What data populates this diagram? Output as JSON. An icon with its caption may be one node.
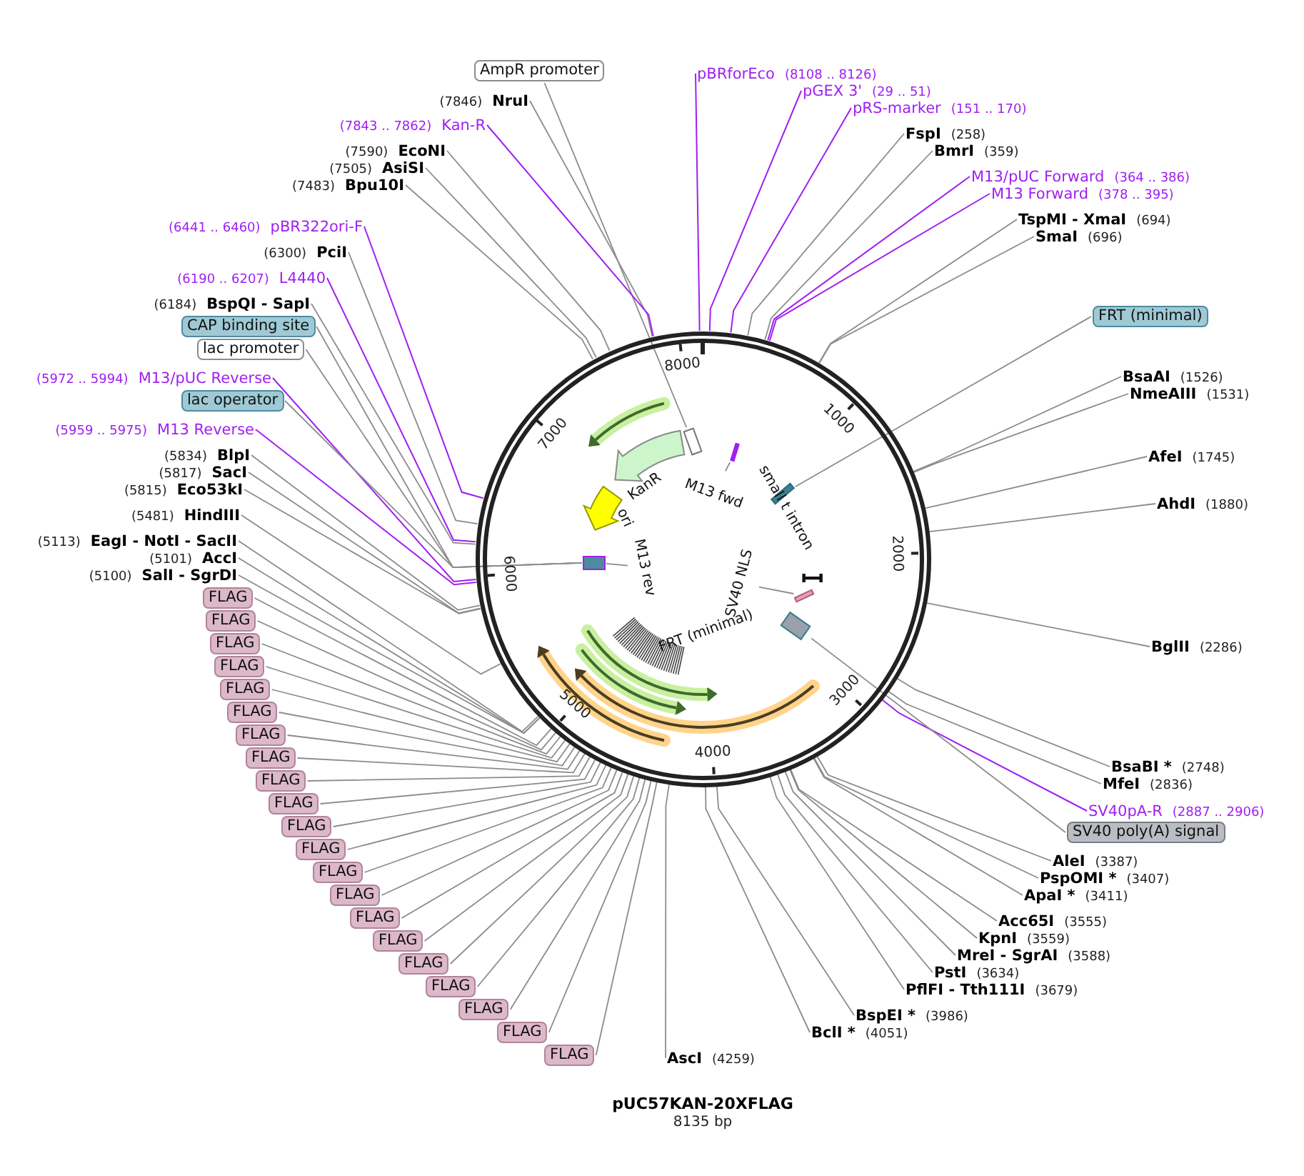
{
  "diagram": {
    "title": "pUC57KAN-20XFLAG",
    "caption": "8135 bp",
    "nodes": [
      {
        "text": [
          "AmpR promoter"
        ]
      },
      {
        "text": [
          "(7846)",
          "NruI"
        ]
      },
      {
        "text": [
          "(7843 .. 7862)",
          "Kan-R"
        ]
      },
      {
        "text": [
          "(7590)",
          "EcoNI"
        ]
      },
      {
        "text": [
          "(7505)",
          "AsiSI"
        ]
      },
      {
        "text": [
          "(7483)",
          "Bpu10I"
        ]
      },
      {
        "text": [
          "(6441 .. 6460)",
          "pBR322ori-F"
        ]
      },
      {
        "text": [
          "(6300)",
          "PciI"
        ]
      },
      {
        "text": [
          "(6190 .. 6207)",
          "L4440"
        ]
      },
      {
        "text": [
          "(6184)",
          "BspQI - SapI"
        ]
      },
      {
        "text": [
          "CAP binding site"
        ]
      },
      {
        "text": [
          "lac promoter"
        ]
      },
      {
        "text": [
          "(5972 .. 5994)",
          "M13/pUC Reverse"
        ]
      },
      {
        "text": [
          "lac operator"
        ]
      },
      {
        "text": [
          "(5959 .. 5975)",
          "M13 Reverse"
        ]
      },
      {
        "text": [
          "(5834)",
          "BlpI"
        ]
      },
      {
        "text": [
          "(5817)",
          "SacI"
        ]
      },
      {
        "text": [
          "(5815)",
          "Eco53kI"
        ]
      },
      {
        "text": [
          "(5481)",
          "HindIII"
        ]
      },
      {
        "text": [
          "(5113)",
          "EagI - NotI - SacII"
        ]
      },
      {
        "text": [
          "(5101)",
          "AccI"
        ]
      },
      {
        "text": [
          "(5100)",
          "SalI - SgrDI"
        ]
      },
      {
        "text": [
          "FLAG"
        ]
      },
      {
        "text": [
          "FLAG"
        ]
      },
      {
        "text": [
          "FLAG"
        ]
      },
      {
        "text": [
          "FLAG"
        ]
      },
      {
        "text": [
          "FLAG"
        ]
      },
      {
        "text": [
          "FLAG"
        ]
      },
      {
        "text": [
          "FLAG"
        ]
      },
      {
        "text": [
          "FLAG"
        ]
      },
      {
        "text": [
          "FLAG"
        ]
      },
      {
        "text": [
          "FLAG"
        ]
      },
      {
        "text": [
          "FLAG"
        ]
      },
      {
        "text": [
          "FLAG"
        ]
      },
      {
        "text": [
          "FLAG"
        ]
      },
      {
        "text": [
          "FLAG"
        ]
      },
      {
        "text": [
          "FLAG"
        ]
      },
      {
        "text": [
          "FLAG"
        ]
      },
      {
        "text": [
          "FLAG"
        ]
      },
      {
        "text": [
          "FLAG"
        ]
      },
      {
        "text": [
          "FLAG"
        ]
      },
      {
        "text": [
          "FLAG"
        ]
      },
      {
        "text": [
          "FLAG"
        ]
      },
      {
        "text": [
          "pBRforEco",
          "(8108 .. 8126)"
        ]
      },
      {
        "text": [
          "pGEX 3'",
          "(29 .. 51)"
        ]
      },
      {
        "text": [
          "pRS-marker",
          "(151 .. 170)"
        ]
      },
      {
        "text": [
          "FspI",
          "(258)"
        ]
      },
      {
        "text": [
          "BmrI",
          "(359)"
        ]
      },
      {
        "text": [
          "M13/pUC Forward",
          "(364 .. 386)"
        ]
      },
      {
        "text": [
          "M13 Forward",
          "(378 .. 395)"
        ]
      },
      {
        "text": [
          "TspMI - XmaI",
          "(694)"
        ]
      },
      {
        "text": [
          "SmaI",
          "(696)"
        ]
      },
      {
        "text": [
          "FRT (minimal)"
        ]
      },
      {
        "text": [
          "BsaAI",
          "(1526)"
        ]
      },
      {
        "text": [
          "NmeAIII",
          "(1531)"
        ]
      },
      {
        "text": [
          "AfeI",
          "(1745)"
        ]
      },
      {
        "text": [
          "AhdI",
          "(1880)"
        ]
      },
      {
        "text": [
          "BglII",
          "(2286)"
        ]
      },
      {
        "text": [
          "BsaBI *",
          "(2748)"
        ]
      },
      {
        "text": [
          "MfeI",
          "(2836)"
        ]
      },
      {
        "text": [
          "SV40pA-R",
          "(2887 .. 2906)"
        ]
      },
      {
        "text": [
          "SV40 poly(A) signal"
        ]
      },
      {
        "text": [
          "AleI",
          "(3387)"
        ]
      },
      {
        "text": [
          "PspOMI *",
          "(3407)"
        ]
      },
      {
        "text": [
          "ApaI *",
          "(3411)"
        ]
      },
      {
        "text": [
          "Acc65I",
          "(3555)"
        ]
      },
      {
        "text": [
          "KpnI",
          "(3559)"
        ]
      },
      {
        "text": [
          "MreI - SgrAI",
          "(3588)"
        ]
      },
      {
        "text": [
          "PstI",
          "(3634)"
        ]
      },
      {
        "text": [
          "PflFI - Tth111I",
          "(3679)"
        ]
      },
      {
        "text": [
          "BspEI *",
          "(3986)"
        ]
      },
      {
        "text": [
          "BclI *",
          "(4051)"
        ]
      },
      {
        "text": [
          "AscI",
          "(4259)"
        ]
      },
      {
        "text": [],
        "shape": "circle"
      },
      {
        "text": [
          "KanR"
        ],
        "in": 73
      },
      {
        "text": [
          "ori"
        ],
        "in": 73
      },
      {
        "text": [
          "M13 fwd"
        ],
        "in": 73
      },
      {
        "text": [
          "M13 rev"
        ],
        "in": 73
      },
      {
        "text": [
          "small t intron"
        ],
        "in": 73
      },
      {
        "text": [
          "SV40 NLS"
        ],
        "in": 73
      },
      {
        "text": [
          "FRT (minimal)"
        ],
        "in": 73
      },
      {
        "text": [],
        "shape": "box",
        "in": 73
      },
      {
        "text": [],
        "shape": "box",
        "in": 73
      },
      {
        "text": [],
        "shape": "bar",
        "in": 73
      },
      {
        "text": [],
        "shape": "bar",
        "in": 73
      },
      {
        "text": [],
        "shape": "bar",
        "in": 73
      },
      {
        "text": [],
        "shape": "box",
        "in": 73
      }
    ],
    "edges": [
      {
        "from": 0,
        "to": 81,
        "arrow": "none"
      },
      {
        "from": 1,
        "to": 73,
        "arrow": "none"
      },
      {
        "from": 2,
        "to": 73,
        "arrow": "none",
        "color": "#a020f0"
      },
      {
        "from": 3,
        "to": 73,
        "arrow": "none"
      },
      {
        "from": 4,
        "to": 73,
        "arrow": "none"
      },
      {
        "from": 5,
        "to": 73,
        "arrow": "none"
      },
      {
        "from": 6,
        "to": 73,
        "arrow": "none",
        "color": "#a020f0"
      },
      {
        "from": 7,
        "to": 73,
        "arrow": "none"
      },
      {
        "from": 8,
        "to": 73,
        "arrow": "none",
        "color": "#a020f0"
      },
      {
        "from": 9,
        "to": 73,
        "arrow": "none"
      },
      {
        "from": 10,
        "to": 82,
        "arrow": "none"
      },
      {
        "from": 11,
        "to": 82,
        "arrow": "none"
      },
      {
        "from": 12,
        "to": 73,
        "arrow": "none",
        "color": "#a020f0"
      },
      {
        "from": 13,
        "to": 82,
        "arrow": "none"
      },
      {
        "from": 14,
        "to": 73,
        "arrow": "none",
        "color": "#a020f0"
      },
      {
        "from": 15,
        "to": 73,
        "arrow": "none"
      },
      {
        "from": 16,
        "to": 73,
        "arrow": "none"
      },
      {
        "from": 17,
        "to": 73,
        "arrow": "none"
      },
      {
        "from": 18,
        "to": 73,
        "arrow": "none"
      },
      {
        "from": 19,
        "to": 73,
        "arrow": "none"
      },
      {
        "from": 20,
        "to": 73,
        "arrow": "none"
      },
      {
        "from": 21,
        "to": 73,
        "arrow": "none"
      },
      {
        "from": 22,
        "to": 73,
        "arrow": "none"
      },
      {
        "from": 23,
        "to": 73,
        "arrow": "none"
      },
      {
        "from": 24,
        "to": 73,
        "arrow": "none"
      },
      {
        "from": 25,
        "to": 73,
        "arrow": "none"
      },
      {
        "from": 26,
        "to": 73,
        "arrow": "none"
      },
      {
        "from": 27,
        "to": 73,
        "arrow": "none"
      },
      {
        "from": 28,
        "to": 73,
        "arrow": "none"
      },
      {
        "from": 29,
        "to": 73,
        "arrow": "none"
      },
      {
        "from": 30,
        "to": 73,
        "arrow": "none"
      },
      {
        "from": 31,
        "to": 73,
        "arrow": "none"
      },
      {
        "from": 32,
        "to": 73,
        "arrow": "none"
      },
      {
        "from": 33,
        "to": 73,
        "arrow": "none"
      },
      {
        "from": 34,
        "to": 73,
        "arrow": "none"
      },
      {
        "from": 35,
        "to": 73,
        "arrow": "none"
      },
      {
        "from": 36,
        "to": 73,
        "arrow": "none"
      },
      {
        "from": 37,
        "to": 73,
        "arrow": "none"
      },
      {
        "from": 38,
        "to": 73,
        "arrow": "none"
      },
      {
        "from": 39,
        "to": 73,
        "arrow": "none"
      },
      {
        "from": 40,
        "to": 73,
        "arrow": "none"
      },
      {
        "from": 41,
        "to": 73,
        "arrow": "none"
      },
      {
        "from": 42,
        "to": 73,
        "arrow": "none"
      },
      {
        "from": 43,
        "to": 73,
        "arrow": "none",
        "color": "#a020f0"
      },
      {
        "from": 44,
        "to": 73,
        "arrow": "none",
        "color": "#a020f0"
      },
      {
        "from": 45,
        "to": 73,
        "arrow": "none",
        "color": "#a020f0"
      },
      {
        "from": 46,
        "to": 73,
        "arrow": "none"
      },
      {
        "from": 47,
        "to": 73,
        "arrow": "none"
      },
      {
        "from": 48,
        "to": 73,
        "arrow": "none",
        "color": "#a020f0"
      },
      {
        "from": 49,
        "to": 73,
        "arrow": "none",
        "color": "#a020f0"
      },
      {
        "from": 50,
        "to": 73,
        "arrow": "none"
      },
      {
        "from": 51,
        "to": 73,
        "arrow": "none"
      },
      {
        "from": 52,
        "to": 84,
        "arrow": "none"
      },
      {
        "from": 53,
        "to": 73,
        "arrow": "none"
      },
      {
        "from": 54,
        "to": 73,
        "arrow": "none"
      },
      {
        "from": 55,
        "to": 73,
        "arrow": "none"
      },
      {
        "from": 56,
        "to": 73,
        "arrow": "none"
      },
      {
        "from": 57,
        "to": 73,
        "arrow": "none"
      },
      {
        "from": 58,
        "to": 73,
        "arrow": "none"
      },
      {
        "from": 59,
        "to": 73,
        "arrow": "none"
      },
      {
        "from": 60,
        "to": 73,
        "arrow": "none",
        "color": "#a020f0"
      },
      {
        "from": 61,
        "to": 86,
        "arrow": "none"
      },
      {
        "from": 62,
        "to": 73,
        "arrow": "none"
      },
      {
        "from": 63,
        "to": 73,
        "arrow": "none"
      },
      {
        "from": 64,
        "to": 73,
        "arrow": "none"
      },
      {
        "from": 65,
        "to": 73,
        "arrow": "none"
      },
      {
        "from": 66,
        "to": 73,
        "arrow": "none"
      },
      {
        "from": 67,
        "to": 73,
        "arrow": "none"
      },
      {
        "from": 68,
        "to": 73,
        "arrow": "none"
      },
      {
        "from": 69,
        "to": 73,
        "arrow": "none"
      },
      {
        "from": 70,
        "to": 73,
        "arrow": "none"
      },
      {
        "from": 71,
        "to": 73,
        "arrow": "none"
      },
      {
        "from": 72,
        "to": 73,
        "arrow": "none"
      },
      {
        "from": 76,
        "to": 83,
        "arrow": "none"
      },
      {
        "from": 77,
        "to": 82,
        "arrow": "none"
      },
      {
        "from": 79,
        "to": 85,
        "arrow": "none"
      }
    ],
    "labels": [
      "1000",
      "2000",
      "3000",
      "4000",
      "5000",
      "6000",
      "7000",
      "8000"
    ]
  }
}
